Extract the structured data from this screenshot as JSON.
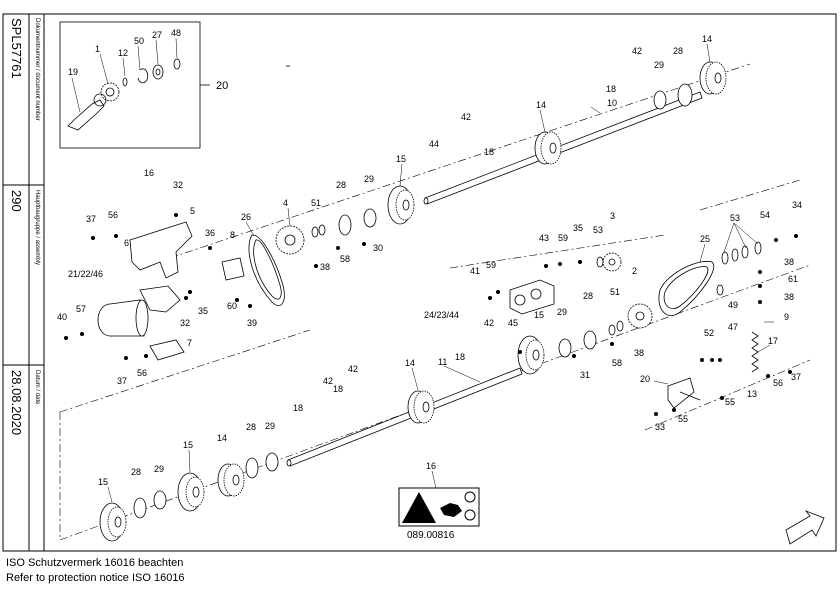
{
  "sidebar": {
    "document_number": "SPL57761",
    "document_number_caption": "Dokumentnummer / document number",
    "assembly": "290",
    "assembly_caption": "Hauptbaugruppe / assembly",
    "date": "28.08.2020",
    "date_caption": "Datum / date"
  },
  "inset": {
    "callout": "20"
  },
  "sign": {
    "code": "089.00816"
  },
  "notice": {
    "line1": "ISO Schutzvermerk 16016 beachten",
    "line2": "Refer to protection notice ISO 16016"
  },
  "callouts": [
    "1",
    "12",
    "50",
    "27",
    "48",
    "19",
    "42",
    "28",
    "14",
    "18",
    "29",
    "10",
    "14",
    "42",
    "44",
    "18",
    "15",
    "16",
    "32",
    "5",
    "28",
    "29",
    "51",
    "4",
    "26",
    "36",
    "8",
    "6",
    "37",
    "56",
    "30",
    "38",
    "58",
    "43",
    "59",
    "35",
    "53",
    "3",
    "53",
    "54",
    "34",
    "25",
    "2",
    "21/22/46",
    "41",
    "59",
    "24/23/44",
    "57",
    "40",
    "35",
    "32",
    "60",
    "39",
    "28",
    "51",
    "49",
    "38",
    "61",
    "38",
    "9",
    "42",
    "45",
    "15",
    "29",
    "7",
    "56",
    "37",
    "18",
    "31",
    "58",
    "38",
    "52",
    "47",
    "17",
    "14",
    "11",
    "42",
    "18",
    "42",
    "18",
    "20",
    "56",
    "37",
    "13",
    "55",
    "33",
    "55",
    "15",
    "14",
    "28",
    "29",
    "15",
    "29",
    "28",
    "16"
  ]
}
